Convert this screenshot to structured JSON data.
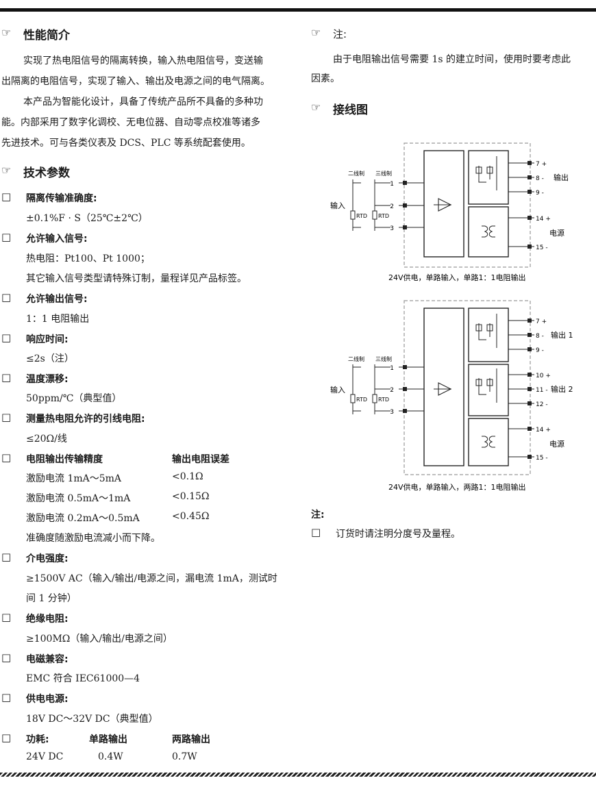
{
  "sections": {
    "intro": {
      "title": "性能简介",
      "p1_line1": "实现了热电阻信号的隔离转换，输入热电阻信号，变送输",
      "p1_line2": "出隔离的电阻信号，实现了输入、输出及电源之间的电气隔离。",
      "p2_line1": "本产品为智能化设计，具备了传统产品所不具备的多种功",
      "p2_line2": "能。内部采用了数字化调校、无电位器、自动零点校准等诸多",
      "p2_line3": "先进技术。可与各类仪表及 DCS、PLC 等系统配套使用。"
    },
    "specs": {
      "title": "技术参数",
      "accuracy_label": "隔离传输准确度:",
      "accuracy_value": "±0.1%F · S（25℃±2℃）",
      "input_label": "允许输入信号:",
      "input_value1": "热电阻：Pt100、Pt 1000；",
      "input_value2": "其它输入信号类型请特殊订制，量程详见产品标签。",
      "output_label": "允许输出信号:",
      "output_value": "1：1 电阻输出",
      "response_label": "响应时间:",
      "response_value": "≤2s（注）",
      "drift_label": "温度漂移:",
      "drift_value": "50ppm/℃（典型值）",
      "lead_label": "测量热电阻允许的引线电阻:",
      "lead_value": "≤20Ω/线",
      "res_acc_label": "电阻输出传输精度",
      "res_err_label": "输出电阻误差",
      "res_rows": [
        {
          "cond": "激励电流 1mA～5mA",
          "err": "<0.1Ω"
        },
        {
          "cond": "激励电流 0.5mA～1mA",
          "err": "<0.15Ω"
        },
        {
          "cond": "激励电流 0.2mA～0.5mA",
          "err": "<0.45Ω"
        }
      ],
      "res_note": "准确度随激励电流减小而下降。",
      "dielectric_label": "介电强度:",
      "dielectric_value1": "≥1500V AC（输入/输出/电源之间，漏电流 1mA，测试时",
      "dielectric_value2": "间 1 分钟）",
      "insulation_label": "绝缘电阻:",
      "insulation_value": "≥100MΩ（输入/输出/电源之间）",
      "emc_label": "电磁兼容:",
      "emc_value": "EMC 符合 IEC61000—4",
      "power_label": "供电电源:",
      "power_value": "18V DC～32V DC（典型值）",
      "consumption_label": "功耗:",
      "single_label": "单路输出",
      "dual_label": "两路输出",
      "consumption_supply": "24V DC",
      "consumption_single": "0.4W",
      "consumption_dual": "0.7W"
    },
    "note": {
      "title": "注:",
      "line1": "由于电阻输出信号需要 1s 的建立时间，使用时要考虑此",
      "line2": "因素。"
    },
    "wiring": {
      "title": "接线图",
      "d1": {
        "two_wire": "二线制",
        "three_wire": "三线制",
        "input": "输入",
        "rtd1": "RTD",
        "rtd2": "RTD",
        "t1": "1",
        "t2": "2",
        "t3": "3",
        "t7": "7 +",
        "t8": "8 -",
        "t9": "9 -",
        "t14": "14 +",
        "t15": "15 -",
        "output": "输出",
        "power": "电源",
        "caption": "24V供电，单路输入，单路1：1电阻输出"
      },
      "d2": {
        "two_wire": "二线制",
        "three_wire": "三线制",
        "input": "输入",
        "rtd1": "RTD",
        "rtd2": "RTD",
        "t1": "1",
        "t2": "2",
        "t3": "3",
        "t7": "7 +",
        "t8": "8 -",
        "t9": "9 -",
        "t10": "10 +",
        "t11": "11 -",
        "t12": "12 -",
        "t14": "14 +",
        "t15": "15 -",
        "output1": "输出 1",
        "output2": "输出 2",
        "power": "电源",
        "caption": "24V供电，单路输入，两路1：1电阻输出"
      }
    },
    "footnote": {
      "title": "注:",
      "item": "订货时请注明分度号及量程。"
    }
  },
  "glyphs": {
    "hand": "☞",
    "box": "□"
  }
}
